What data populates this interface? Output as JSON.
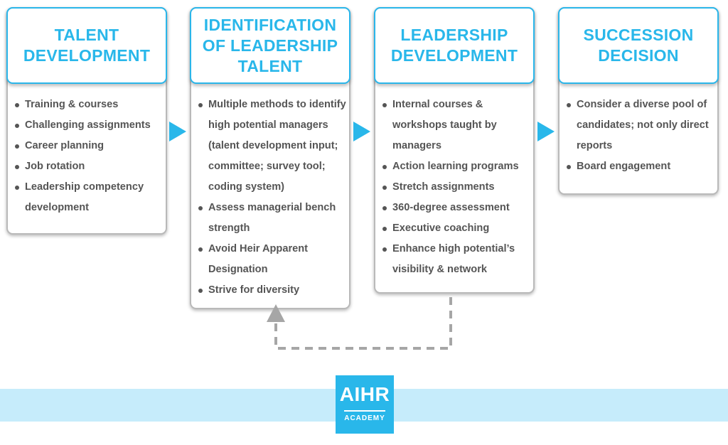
{
  "colors": {
    "accent": "#29b7ea",
    "text": "#555555",
    "connector": "#a6a6a6",
    "band": "#c6ecfb"
  },
  "cards": [
    {
      "title": "TALENT\nDEVELOPMENT",
      "items": [
        "Training & courses",
        "Challenging assignments",
        "Career planning",
        "Job rotation",
        "Leadership competency development"
      ]
    },
    {
      "title": "IDENTIFICATION\nOF LEADERSHIP\nTALENT",
      "items": [
        "Multiple methods to identify high potential managers (talent development input; committee; survey tool; coding system)",
        "Assess managerial bench strength",
        "Avoid Heir Apparent Designation",
        "Strive for diversity"
      ]
    },
    {
      "title": "LEADERSHIP\nDEVELOPMENT",
      "items": [
        "Internal courses & workshops taught by managers",
        "Action learning programs",
        "Stretch assignments",
        "360-degree assessment",
        "Executive coaching",
        "Enhance high potential’s visibility & network"
      ]
    },
    {
      "title": "SUCCESSION\nDECISION",
      "items": [
        "Consider a diverse pool of candidates; not only direct reports",
        "Board engagement"
      ]
    }
  ],
  "logo": {
    "main": "AIHR",
    "sub": "ACADEMY"
  }
}
